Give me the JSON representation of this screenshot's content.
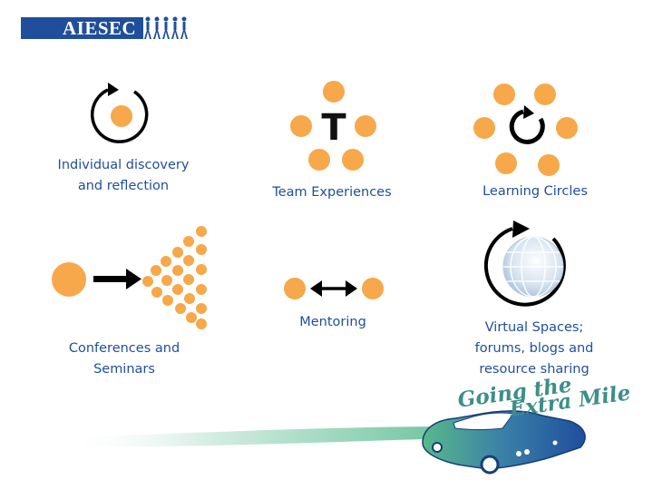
{
  "header": {
    "logo_text": "AIESEC"
  },
  "methods": [
    {
      "id": "individual",
      "lines": [
        "Individual discovery",
        "and reflection"
      ],
      "icon": "cycle-dot-icon"
    },
    {
      "id": "team",
      "lines": [
        "Team Experiences"
      ],
      "icon": "team-t-icon"
    },
    {
      "id": "circles",
      "lines": [
        "Learning Circles"
      ],
      "icon": "learning-circle-icon"
    },
    {
      "id": "conferences",
      "lines": [
        "Conferences and",
        "Seminars"
      ],
      "icon": "spread-dots-icon"
    },
    {
      "id": "mentoring",
      "lines": [
        "Mentoring"
      ],
      "icon": "two-way-arrow-icon"
    },
    {
      "id": "virtual",
      "lines": [
        "Virtual Spaces;",
        "forums, blogs and",
        "resource sharing"
      ],
      "icon": "globe-cycle-icon"
    }
  ],
  "team_icon_letter": "T",
  "slogan": {
    "line1": "Going the",
    "line2": "Extra Mile"
  },
  "colors": {
    "brand_blue": "#1f4f9c",
    "accent_orange": "#f6a84a",
    "car_blue": "#1f4f9c",
    "car_green": "#58b98a"
  }
}
